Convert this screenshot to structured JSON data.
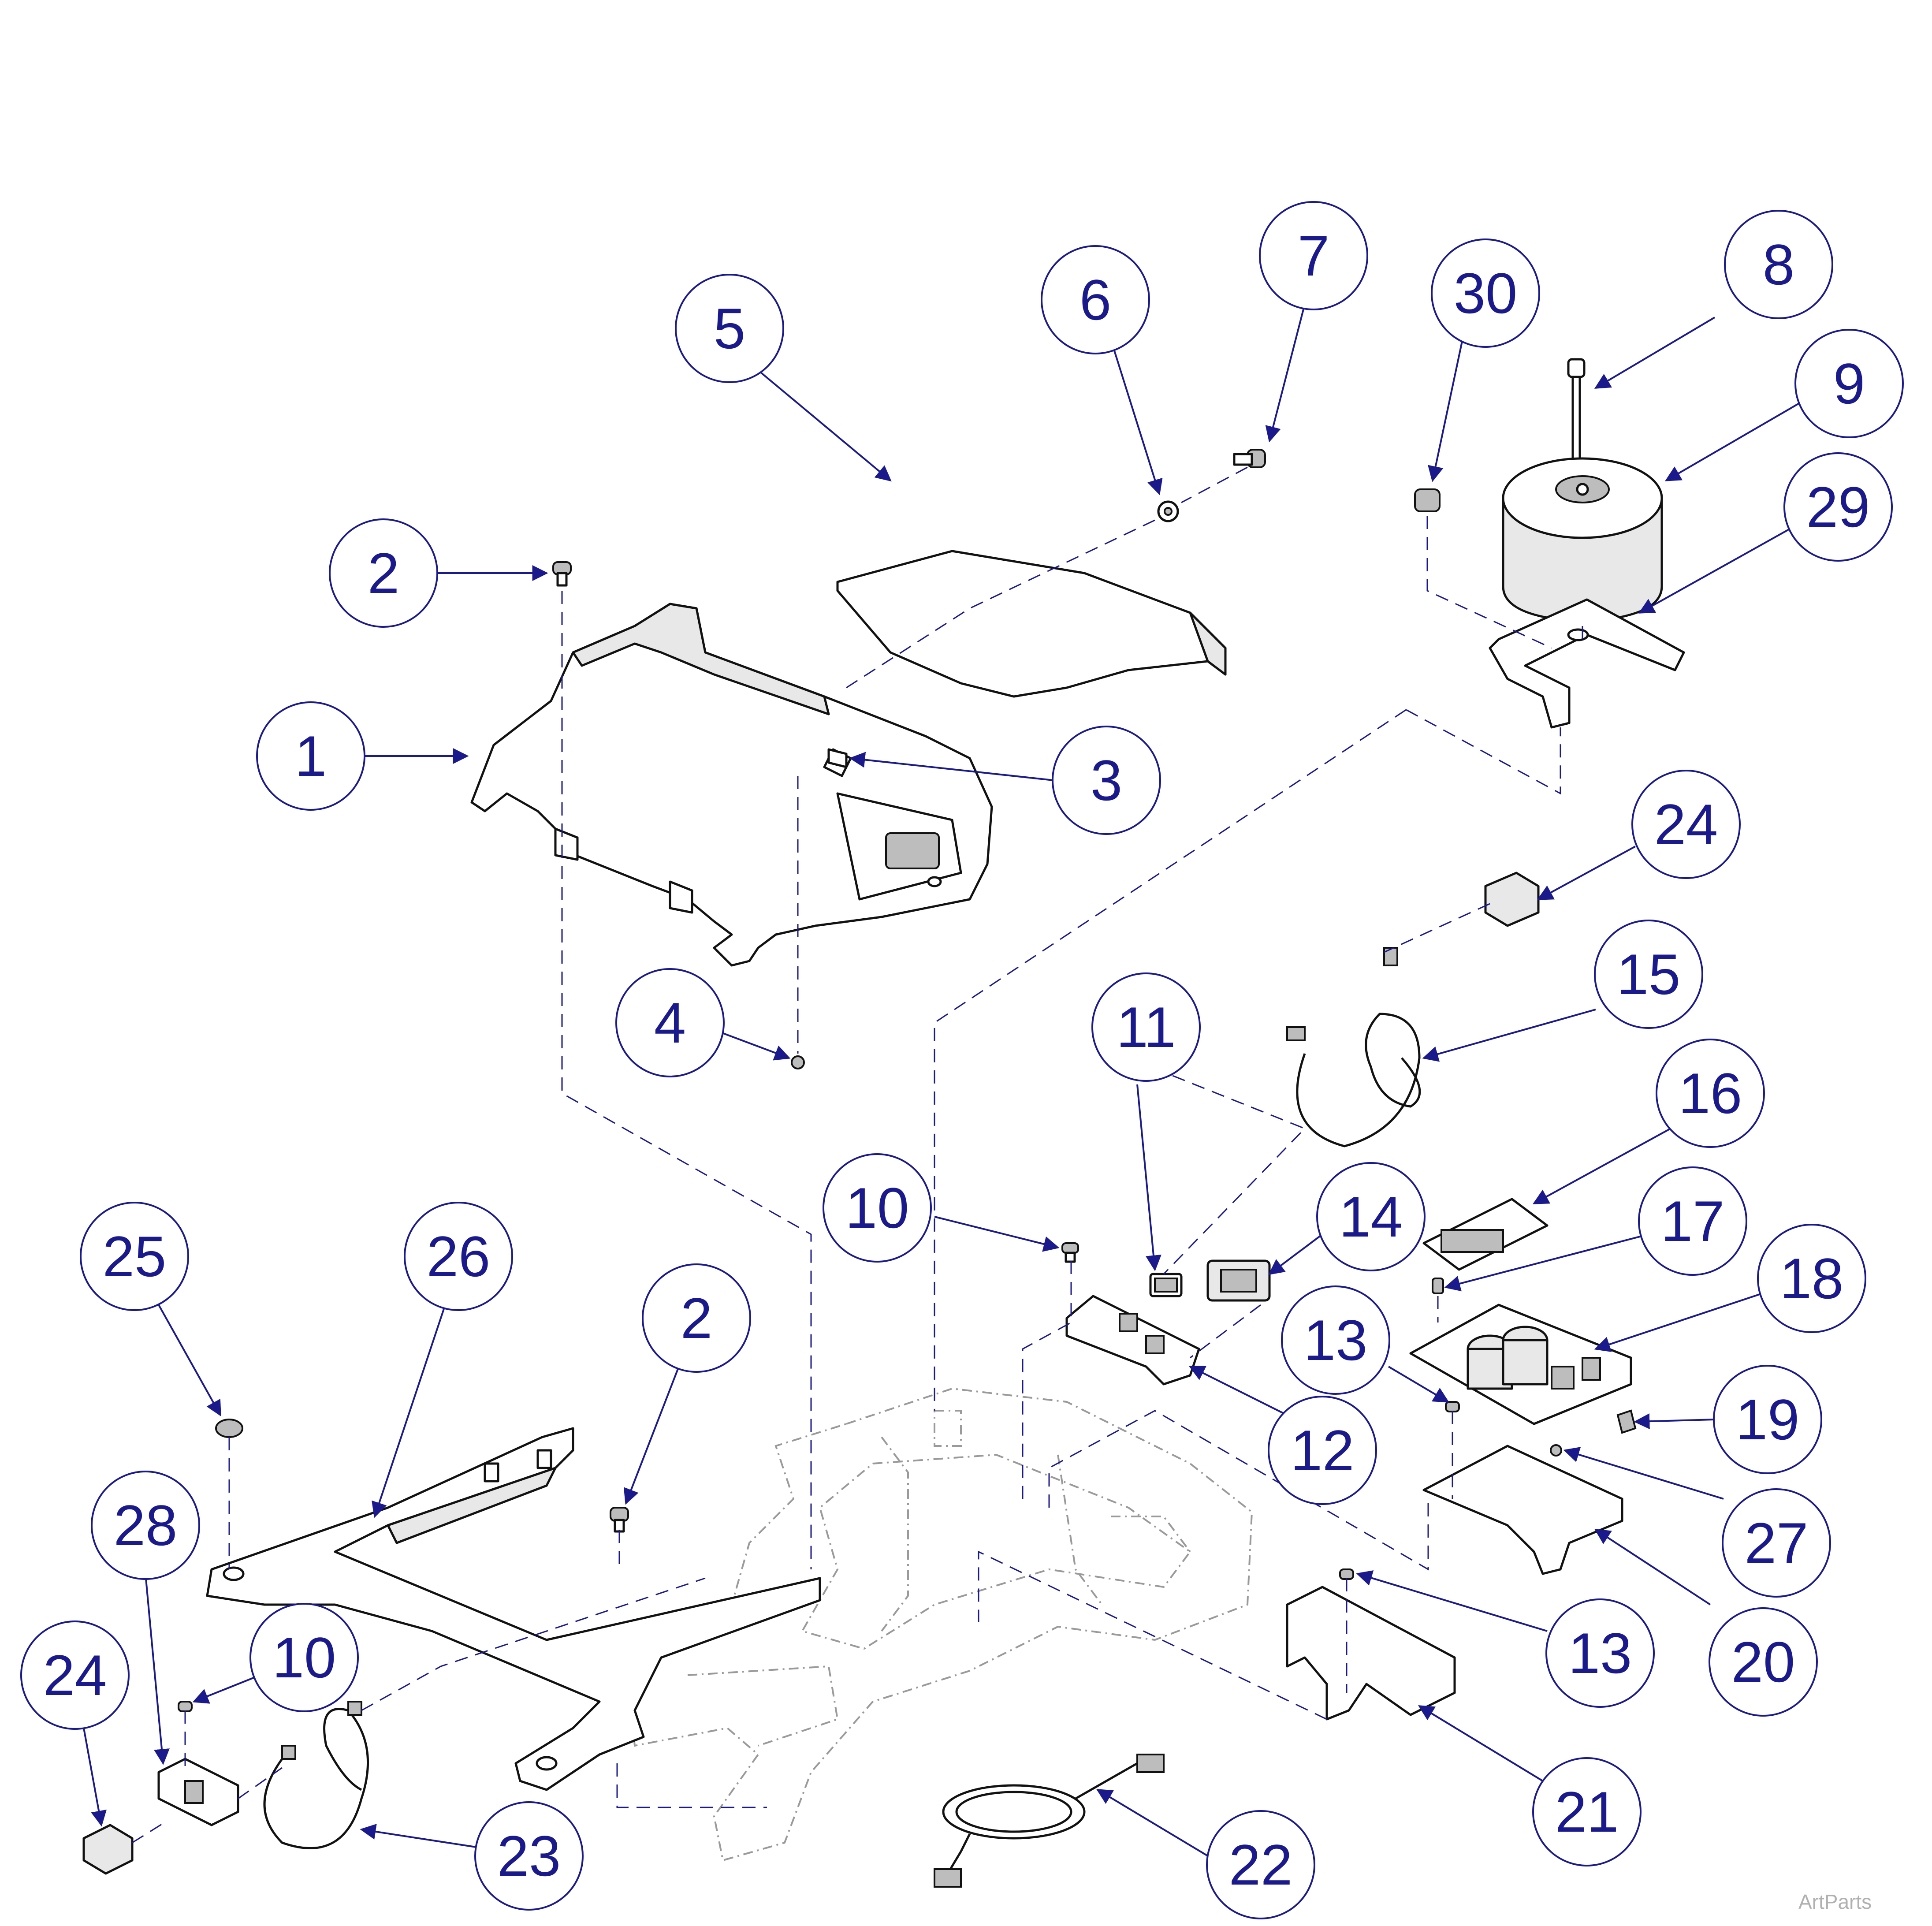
{
  "callouts": [
    {
      "label": "1"
    },
    {
      "label": "2"
    },
    {
      "label": "3"
    },
    {
      "label": "4"
    },
    {
      "label": "5"
    },
    {
      "label": "6"
    },
    {
      "label": "7"
    },
    {
      "label": "30"
    },
    {
      "label": "8"
    },
    {
      "label": "9"
    },
    {
      "label": "29"
    },
    {
      "label": "24"
    },
    {
      "label": "15"
    },
    {
      "label": "11"
    },
    {
      "label": "10"
    },
    {
      "label": "14"
    },
    {
      "label": "16"
    },
    {
      "label": "17"
    },
    {
      "label": "18"
    },
    {
      "label": "13"
    },
    {
      "label": "12"
    },
    {
      "label": "19"
    },
    {
      "label": "27"
    },
    {
      "label": "20"
    },
    {
      "label": "25"
    },
    {
      "label": "26"
    },
    {
      "label": "2"
    },
    {
      "label": "28"
    },
    {
      "label": "10"
    },
    {
      "label": "24"
    },
    {
      "label": "13"
    },
    {
      "label": "21"
    },
    {
      "label": "23"
    },
    {
      "label": "22"
    }
  ],
  "watermark": "ArtParts",
  "colors": {
    "callout": "#1a1a8c",
    "line": "#111111",
    "ghost": "#9a9a9a"
  }
}
